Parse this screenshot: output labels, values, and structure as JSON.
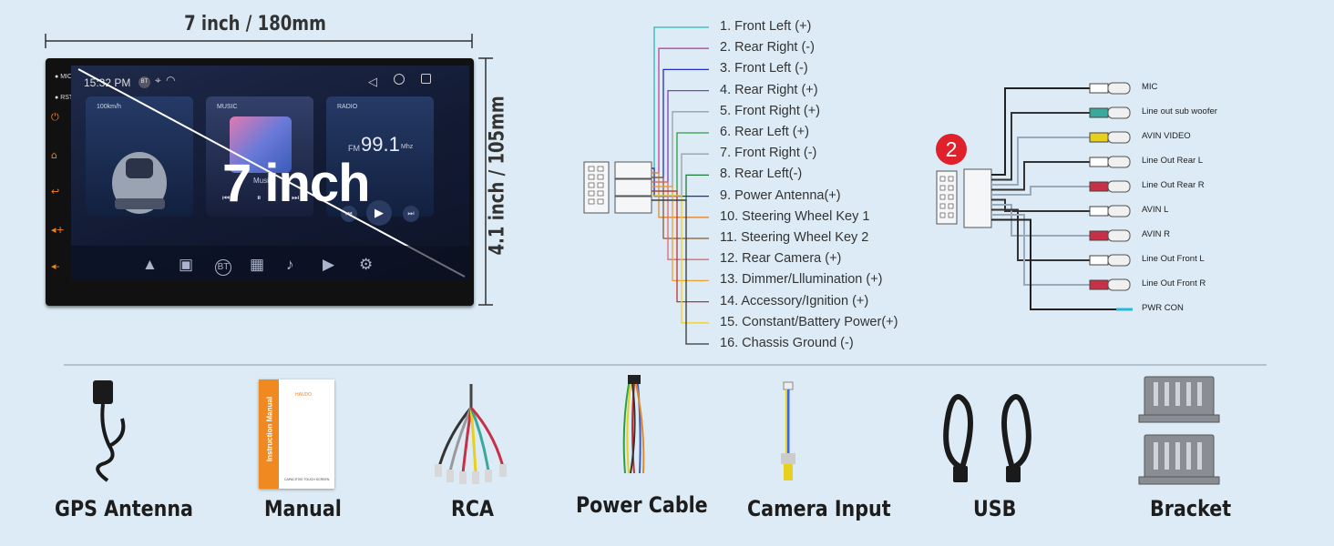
{
  "dimensions": {
    "width_label": "7 inch / 180mm",
    "height_label": "4.1 inch / 105mm"
  },
  "head_unit": {
    "side_labels": {
      "mic": "MIC",
      "rst": "RST"
    },
    "time": "15:32 PM",
    "bt_badge": "BT",
    "speed": "100km/h",
    "music_title": "MUSIC",
    "music_track": "Music",
    "radio_title": "RADIO",
    "radio_band": "FM",
    "radio_freq": "99.1",
    "radio_unit": "Mhz",
    "overlay_size": "7 inch",
    "dock_bt": "BT"
  },
  "wiring": {
    "wires": [
      {
        "label": "1. Front Left (+)",
        "color": "#2db8b8"
      },
      {
        "label": "2. Rear Right (-)",
        "color": "#c040a0"
      },
      {
        "label": "3. Front Left (-)",
        "color": "#2030c0"
      },
      {
        "label": "4. Rear Right (+)",
        "color": "#8040b0"
      },
      {
        "label": "5. Front Right (+)",
        "color": "#9aa0a8"
      },
      {
        "label": "6. Rear Left (+)",
        "color": "#2aa040"
      },
      {
        "label": "7. Front Right (-)",
        "color": "#9aa0a8"
      },
      {
        "label": "8. Rear Left(-)",
        "color": "#1f7a3a"
      },
      {
        "label": "9. Power Antenna(+)",
        "color": "#1c2fa0"
      },
      {
        "label": "10. Steering Wheel Key 1",
        "color": "#e08a30"
      },
      {
        "label": "11. Steering Wheel Key 2",
        "color": "#8a5a30"
      },
      {
        "label": "12. Rear Camera (+)",
        "color": "#e06a6a"
      },
      {
        "label": "13. Dimmer/Lllumination (+)",
        "color": "#f0a030"
      },
      {
        "label": "14. Accessory/Ignition (+)",
        "color": "#c03030"
      },
      {
        "label": "15. Constant/Battery Power(+)",
        "color": "#f0d030"
      },
      {
        "label": "16. Chassis Ground (-)",
        "color": "#333333"
      }
    ]
  },
  "rca": {
    "badge": "2",
    "cables": [
      {
        "label": "MIC",
        "color": "#ffffff"
      },
      {
        "label": "Line out sub woofer",
        "color": "#3aa89a"
      },
      {
        "label": "AVIN VIDEO",
        "color": "#e8d020"
      },
      {
        "label": "Line Out Rear L",
        "color": "#ffffff"
      },
      {
        "label": "Line Out Rear R",
        "color": "#c83048"
      },
      {
        "label": "AVIN L",
        "color": "#ffffff"
      },
      {
        "label": "AVIN R",
        "color": "#c83048"
      },
      {
        "label": "Line Out Front L",
        "color": "#ffffff"
      },
      {
        "label": "Line Out Front R",
        "color": "#c83048"
      },
      {
        "label": "PWR CON",
        "color": "#2ab8d8"
      }
    ]
  },
  "accessories": [
    {
      "label": "GPS Antenna"
    },
    {
      "label": "Manual"
    },
    {
      "label": "RCA"
    },
    {
      "label": "Power Cable"
    },
    {
      "label": "Camera Input"
    },
    {
      "label": "USB"
    },
    {
      "label": "Bracket"
    }
  ],
  "manual_cover": {
    "title": "Instruction Manual",
    "footer": "CAPACITIVE TOUCH SCREEN",
    "brand": "HAUDO"
  }
}
